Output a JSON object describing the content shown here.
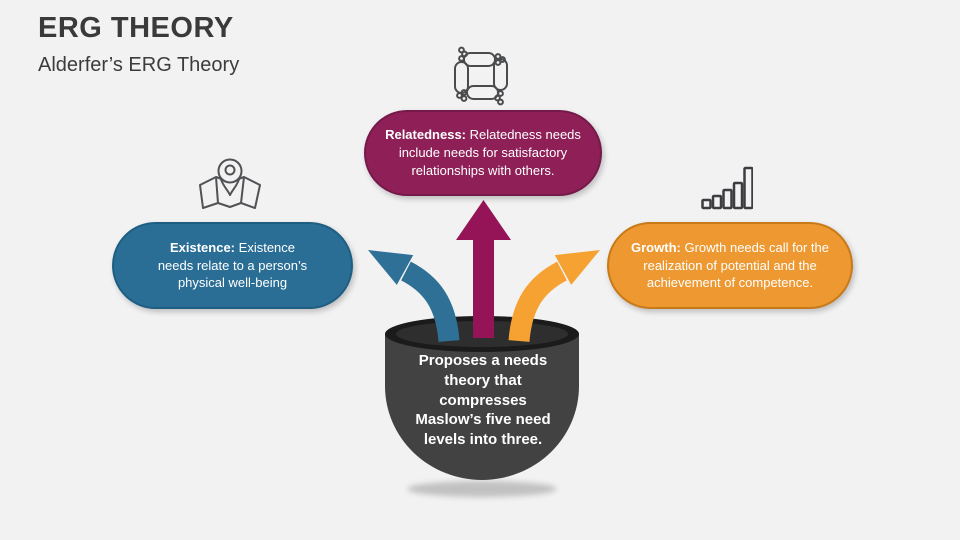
{
  "slide": {
    "title": "ERG THEORY",
    "subtitle": "Alderfer’s ERG Theory",
    "background": "#F2F2F3"
  },
  "center_node": {
    "text": "Proposes a needs\ntheory that\ncompresses\nMaslow’s five need\nlevels into three.",
    "body_color": "#424242",
    "rim_color": "#1B1B1B",
    "rim_inner_color": "#2E2E2E",
    "text_color": "#FFFFFF"
  },
  "nodes": [
    {
      "name": "Existence",
      "label": "Existence:",
      "text": " Existence\nneeds relate to a person’s\nphysical well-being",
      "fill": "#2A6E96",
      "border": "#1E5E83",
      "arrow_color": "#2E7096",
      "icon": "map-location-icon"
    },
    {
      "name": "Relatedness",
      "label": "Relatedness:",
      "text": " Relatedness needs\ninclude needs for satisfactory\nrelationships with others.",
      "fill": "#8E2057",
      "border": "#75194A",
      "arrow_color": "#951457",
      "icon": "teamwork-arms-icon"
    },
    {
      "name": "Growth",
      "label": "Growth:",
      "text": " Growth needs call for the\nrealization of potential and the\nachievement of competence.",
      "fill": "#ED9831",
      "border": "#C87A18",
      "arrow_color": "#F5A233",
      "icon": "bar-chart-growth-icon"
    }
  ]
}
